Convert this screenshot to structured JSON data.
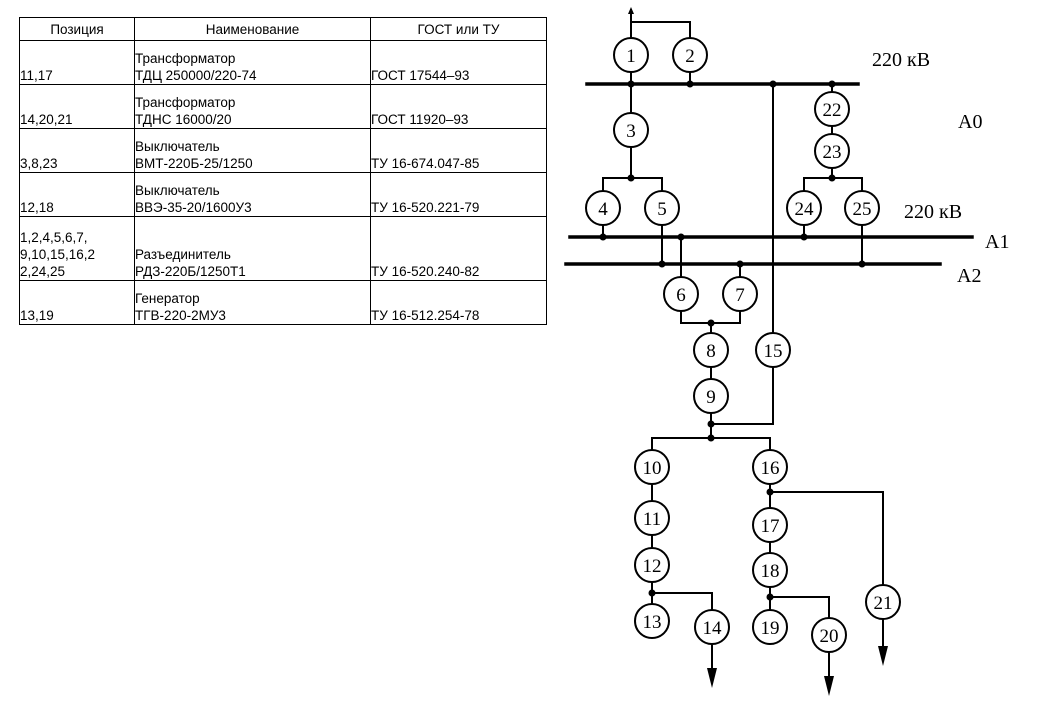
{
  "table": {
    "headers": [
      "Позиция",
      "Наименование",
      "ГОСТ или ТУ"
    ],
    "rows": [
      {
        "position": "11,17",
        "name_line1": "Трансформатор",
        "name_line2": "ТДЦ 250000/220-74",
        "standard": "ГОСТ 17544–93"
      },
      {
        "position": "14,20,21",
        "name_line1": "Трансформатор",
        "name_line2": "ТДНС 16000/20",
        "standard": "ГОСТ 11920–93"
      },
      {
        "position": "3,8,23",
        "name_line1": "Выключатель",
        "name_line2": "ВМТ-220Б-25/1250",
        "standard": "ТУ 16-674.047-85"
      },
      {
        "position": "12,18",
        "name_line1": "Выключатель",
        "name_line2": "ВВЭ-35-20/1600У3",
        "standard": "ТУ 16-520.221-79"
      },
      {
        "position": "1,2,4,5,6,7,\n9,10,15,16,2\n2,24,25",
        "name_line1": "Разъединитель",
        "name_line2": "РДЗ-220Б/1250Т1",
        "standard": "ТУ 16-520.240-82"
      },
      {
        "position": "13,19",
        "name_line1": "Генератор",
        "name_line2": "ТГВ-220-2МУ3",
        "standard": "ТУ 16-512.254-78"
      }
    ]
  },
  "diagram": {
    "voltage_top": "220 кВ",
    "voltage_mid": "220 кВ",
    "bus_a0": "А0",
    "bus_a1": "А1",
    "bus_a2": "А2",
    "nodes": [
      "1",
      "2",
      "3",
      "4",
      "5",
      "6",
      "7",
      "8",
      "9",
      "10",
      "11",
      "12",
      "13",
      "14",
      "15",
      "16",
      "17",
      "18",
      "19",
      "20",
      "21",
      "22",
      "23",
      "24",
      "25"
    ]
  }
}
